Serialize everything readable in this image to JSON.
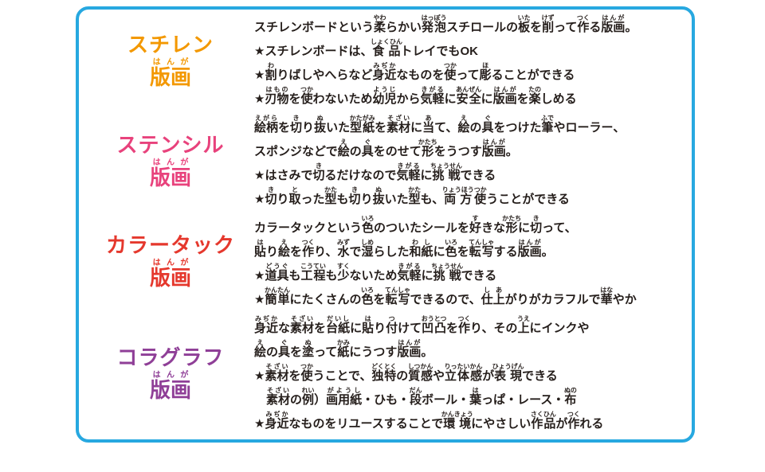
{
  "board": {
    "border_color": "#27a8e0",
    "separator_color": "#27a8e0",
    "ink_color": "#251e1b",
    "sections": [
      {
        "id": "styrene",
        "color": "#f39800",
        "title_line1": "スチレン",
        "title_line2": "版画[はんが]",
        "lines": [
          "スチレンボードという柔[やわ]らかい発泡[はっぽう]スチロールの板[いた]を削[けず]って作[つく]る版画[はんが]。",
          "★スチレンボードは、食品[しょくひん]トレイでもOK",
          "★割[わ]りばしやへらなど身近[みぢか]なものを使[つか]って彫[ほ]ることができる",
          "★刃物[はもの]を使[つか]わないため幼児[ようじ]から気軽[きがる]に安全[あんぜん]に版画[はんが]を楽[たの]しめる"
        ]
      },
      {
        "id": "stencil",
        "color": "#e8427c",
        "title_line1": "ステンシル",
        "title_line2": "版画[はんが]",
        "lines": [
          "絵柄[えがら]を切[き]り抜[ぬ]いた型紙[かたがみ]を素材[そざい]に当[あ]て、絵[え]の具[ぐ]をつけた筆[ふで]やローラー、",
          "スポンジなどで絵[え]の具[ぐ]をのせて形[かたち]をうつす版画[はんが]。",
          "★はさみで切[き]るだけなので気軽[きがる]に挑戦[ちょうせん]できる",
          "★切[き]り取[と]った型[かた]も切[き]り抜[ぬ]いた型[かた]も、両方[りょうほう]使[つか]うことができる"
        ]
      },
      {
        "id": "colortack",
        "color": "#e5382d",
        "title_line1": "カラータック",
        "title_line2": "版画[はんが]",
        "lines": [
          "カラータックという色[いろ]のついたシールを好[す]きな形[かたち]に切[き]って、",
          "貼[は]り絵[え]を作[つく]り、水[みず]で湿[しめ]らした和紙[わし]に色[いろ]を転写[てんしゃ]する版画[はんが]。",
          "★道具[どうぐ]も工程[こうてい]も少[すく]ないため気軽[きがる]に挑戦[ちょうせん]できる",
          "★簡単[かんたん]にたくさんの色[いろ]を転写[てんしゃ]できるので、仕上[しあ]がりがカラフルで華[はな]やか"
        ]
      },
      {
        "id": "collagraph",
        "color": "#8f3f97",
        "title_line1": "コラグラフ",
        "title_line2": "版画[はんが]",
        "lines": [
          "身近[みぢか]な素材[そざい]を台紙[だいし]に貼[は]り付[つ]けて凹凸[おうとつ]を作[つく]り、その上[うえ]にインクや",
          "絵[え]の具[ぐ]を塗[ぬ]って紙[かみ]にうつす版画[はんが]。",
          "★素材[そざい]を使[つか]うことで、独特[どくとく]の質感[しつかん]や立体感[りったいかん]が表現[ひょうげん]できる",
          "　素材[そざい]の例[れい]）画用紙[がようし]・ひも・段[だん]ボール・葉[は]っぱ・レース・布[ぬの]",
          "★身近[みぢか]なものをリユースすることで環境[かんきょう]にやさしい作品[さくひん]が作[つく]れる"
        ]
      }
    ]
  }
}
